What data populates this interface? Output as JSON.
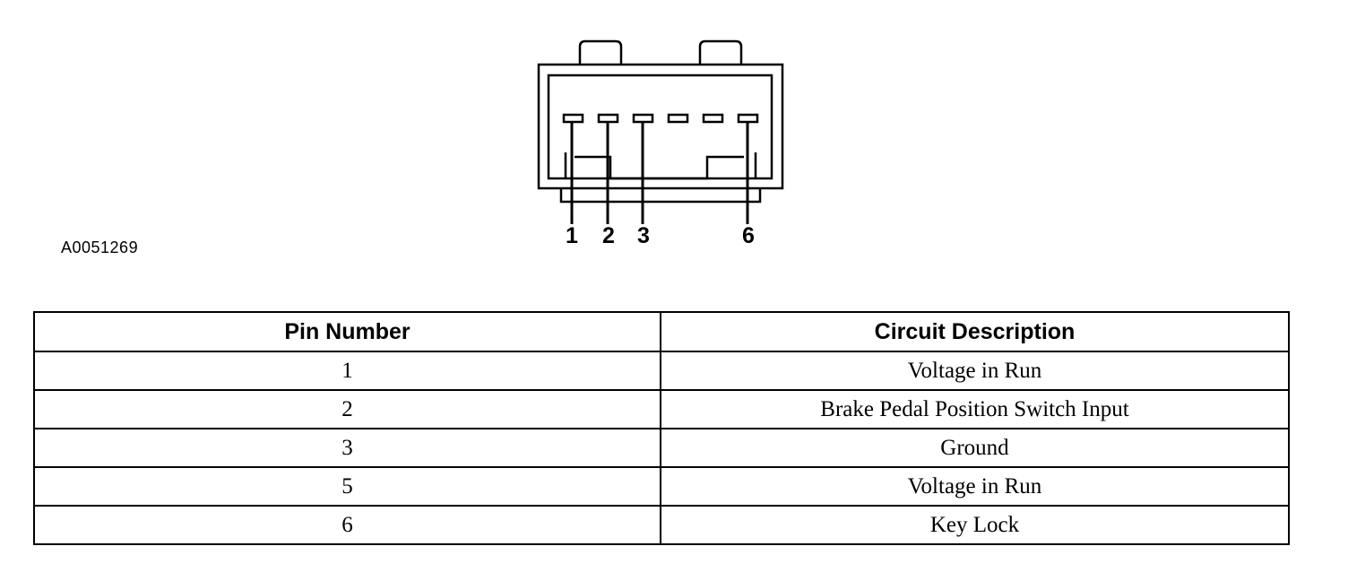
{
  "diagram": {
    "pin_labels": [
      "1",
      "2",
      "3",
      "6"
    ],
    "figure_id": "A0051269"
  },
  "table": {
    "headers": [
      "Pin Number",
      "Circuit Description"
    ],
    "rows": [
      {
        "pin": "1",
        "description": "Voltage in Run"
      },
      {
        "pin": "2",
        "description": "Brake Pedal Position Switch Input"
      },
      {
        "pin": "3",
        "description": "Ground"
      },
      {
        "pin": "5",
        "description": "Voltage in Run"
      },
      {
        "pin": "6",
        "description": "Key Lock"
      }
    ]
  }
}
